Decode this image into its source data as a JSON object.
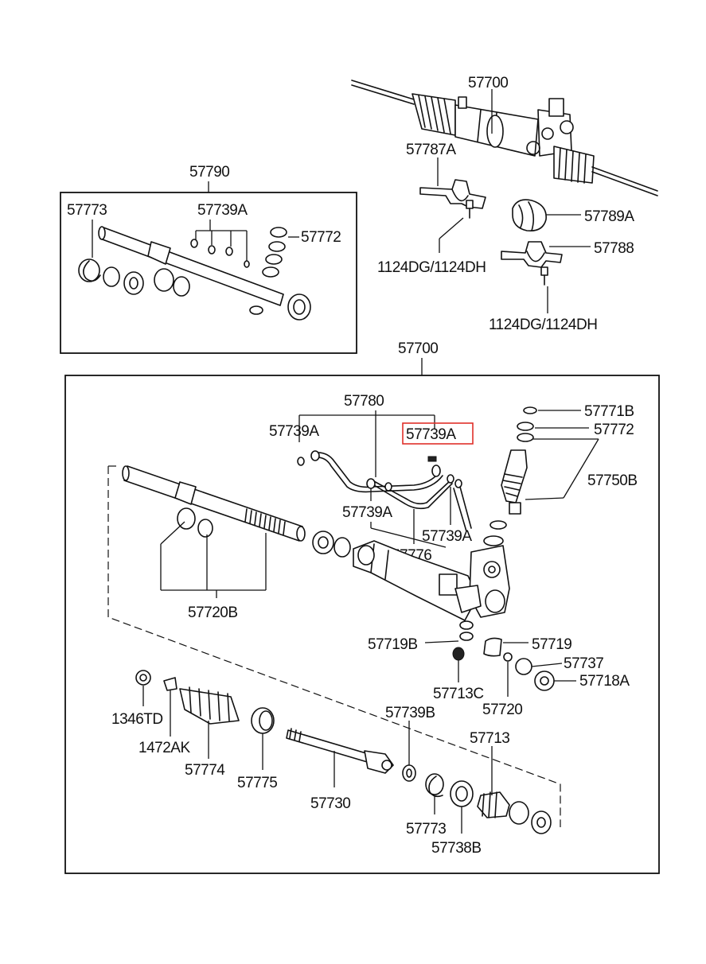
{
  "diagram": {
    "top_assembly": {
      "label": "57700",
      "clamp_left": "57787A",
      "bolt_left": "1124DG/1124DH",
      "bushing": "57789A",
      "clamp_right": "57788",
      "bolt_right": "1124DG/1124DH"
    },
    "seal_kit": {
      "label": "57790",
      "snap_ring": "57773",
      "o_rings": "57739A",
      "seal_ring": "57772"
    },
    "main_assembly": {
      "label": "57700",
      "tube_set": "57780",
      "tube_oring_left": "57739A",
      "tube_oring_highlighted": "57739A",
      "tube_oring_mid": "57739A",
      "tube_oring_right": "57739A",
      "tube": "57776",
      "valve_ring_1": "57771B",
      "valve_ring_2": "57772",
      "valve_body": "57750B",
      "rack_seals": "57720B",
      "yoke_nut": "57719B",
      "yoke": "57719",
      "spring": "57737",
      "yoke_plug": "57718A",
      "yoke_ring": "57713C",
      "yoke_washer": "57720",
      "nut": "1346TD",
      "clip": "1472AK",
      "boot": "57774",
      "boot_band": "57775",
      "tie_rod": "57730",
      "tie_rod_ring": "57739B",
      "pinion_bearing": "57713",
      "pinion_snap_ring": "57773",
      "pinion_seal": "57738B"
    },
    "highlight_color": "#e0302a"
  }
}
